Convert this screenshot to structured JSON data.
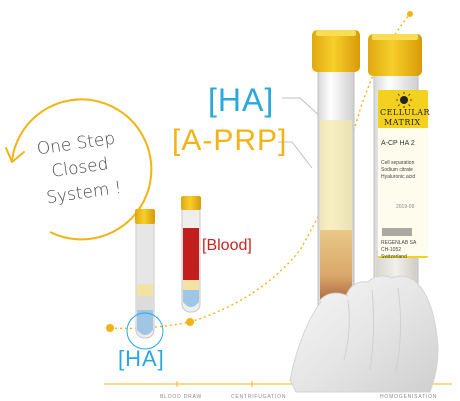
{
  "loop_badge": {
    "lines": [
      "One Step",
      "Closed",
      "System !"
    ]
  },
  "labels": {
    "ha_top": "[HA]",
    "aprp": "[A-PRP]",
    "blood": "[Blood]",
    "ha_small": "[HA]"
  },
  "tube_label": {
    "brand_top": "CELLULAR",
    "brand_bottom": "MATRIX",
    "product": "A-CP HA 2",
    "fine_print": [
      "Cell separation",
      "Sodium citrate",
      "Hyaluronic acid"
    ],
    "lot_line": "2019-09",
    "footer": [
      "REGENLAB SA",
      "CH-1052",
      "Switzerland"
    ]
  },
  "timeline": {
    "steps": [
      "BLOOD DRAW",
      "CENTRIFUGATION",
      "HOMOGENISATION"
    ]
  },
  "colors": {
    "accent_blue": "#29a8e0",
    "accent_yellow": "#f2b415",
    "blood_red": "#cc2222",
    "cap_yellow": "#f2c21a",
    "ha_blue": "#9fc6e4"
  }
}
